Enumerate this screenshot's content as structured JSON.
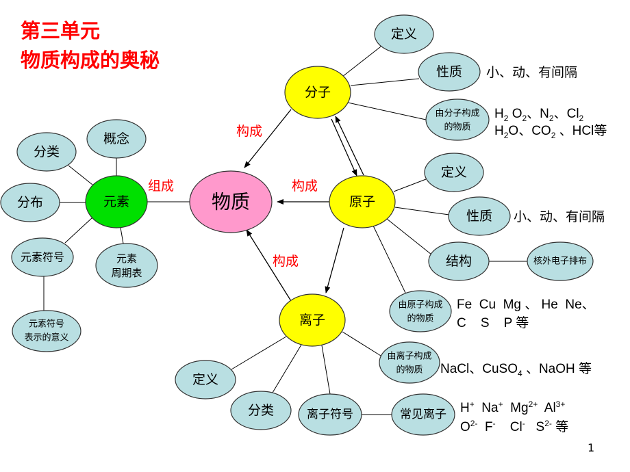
{
  "title": {
    "line1": "第三单元",
    "line2": "物质构成的奥秘"
  },
  "colors": {
    "title": "#ff0000",
    "bubble": "#b9dfe2",
    "molecule": "#ffff00",
    "element": "#00e000",
    "matter": "#ff99cc"
  },
  "center": "物质",
  "relations": {
    "element_to_matter": "组成",
    "molecule_to_matter": "构成",
    "atom_to_matter": "构成",
    "ion_to_matter": "构成"
  },
  "element": {
    "label": "元素",
    "concept": "概念",
    "classify": "分类",
    "distribution": "分布",
    "symbol": "元素符号",
    "periodic_l1": "元素",
    "periodic_l2": "周期表",
    "symbol_meaning_l1": "元素符号",
    "symbol_meaning_l2": "表示的意义"
  },
  "molecule": {
    "label": "分子",
    "definition": "定义",
    "property": "性质",
    "property_text": "小、动、有间隔",
    "substance_l1": "由分子构成",
    "substance_l2": "的物质",
    "examples": {
      "line1": [
        "H",
        "2",
        "  O",
        "2",
        "、N",
        "2",
        "、Cl",
        "2"
      ],
      "line2": [
        "H",
        "2",
        "O、CO",
        "2",
        " 、HCl等"
      ]
    }
  },
  "atom": {
    "label": "原子",
    "definition": "定义",
    "property": "性质",
    "property_text": "小、动、有间隔",
    "structure": "结构",
    "structure_detail": "核外电子排布",
    "substance_l1": "由原子构成",
    "substance_l2": "的物质",
    "examples": {
      "line1": "Fe  Cu  Mg 、 He  Ne、",
      "line2": "C    S    P 等"
    }
  },
  "ion": {
    "label": "离子",
    "definition": "定义",
    "classify": "分类",
    "symbol": "离子符号",
    "common": "常见离子",
    "substance_l1": "由离子构成",
    "substance_l2": "的物质",
    "examples": [
      "NaCl、CuSO",
      "4",
      " 、NaOH 等"
    ],
    "common_list": {
      "line1": [
        "H",
        "+",
        "  Na",
        "+",
        "  Mg",
        "2+",
        "  Al",
        "3+"
      ],
      "line2": [
        "O",
        "2-",
        "  F",
        "-",
        "    Cl",
        "-",
        "   S",
        "2-",
        " 等"
      ]
    }
  },
  "page_number": "1"
}
